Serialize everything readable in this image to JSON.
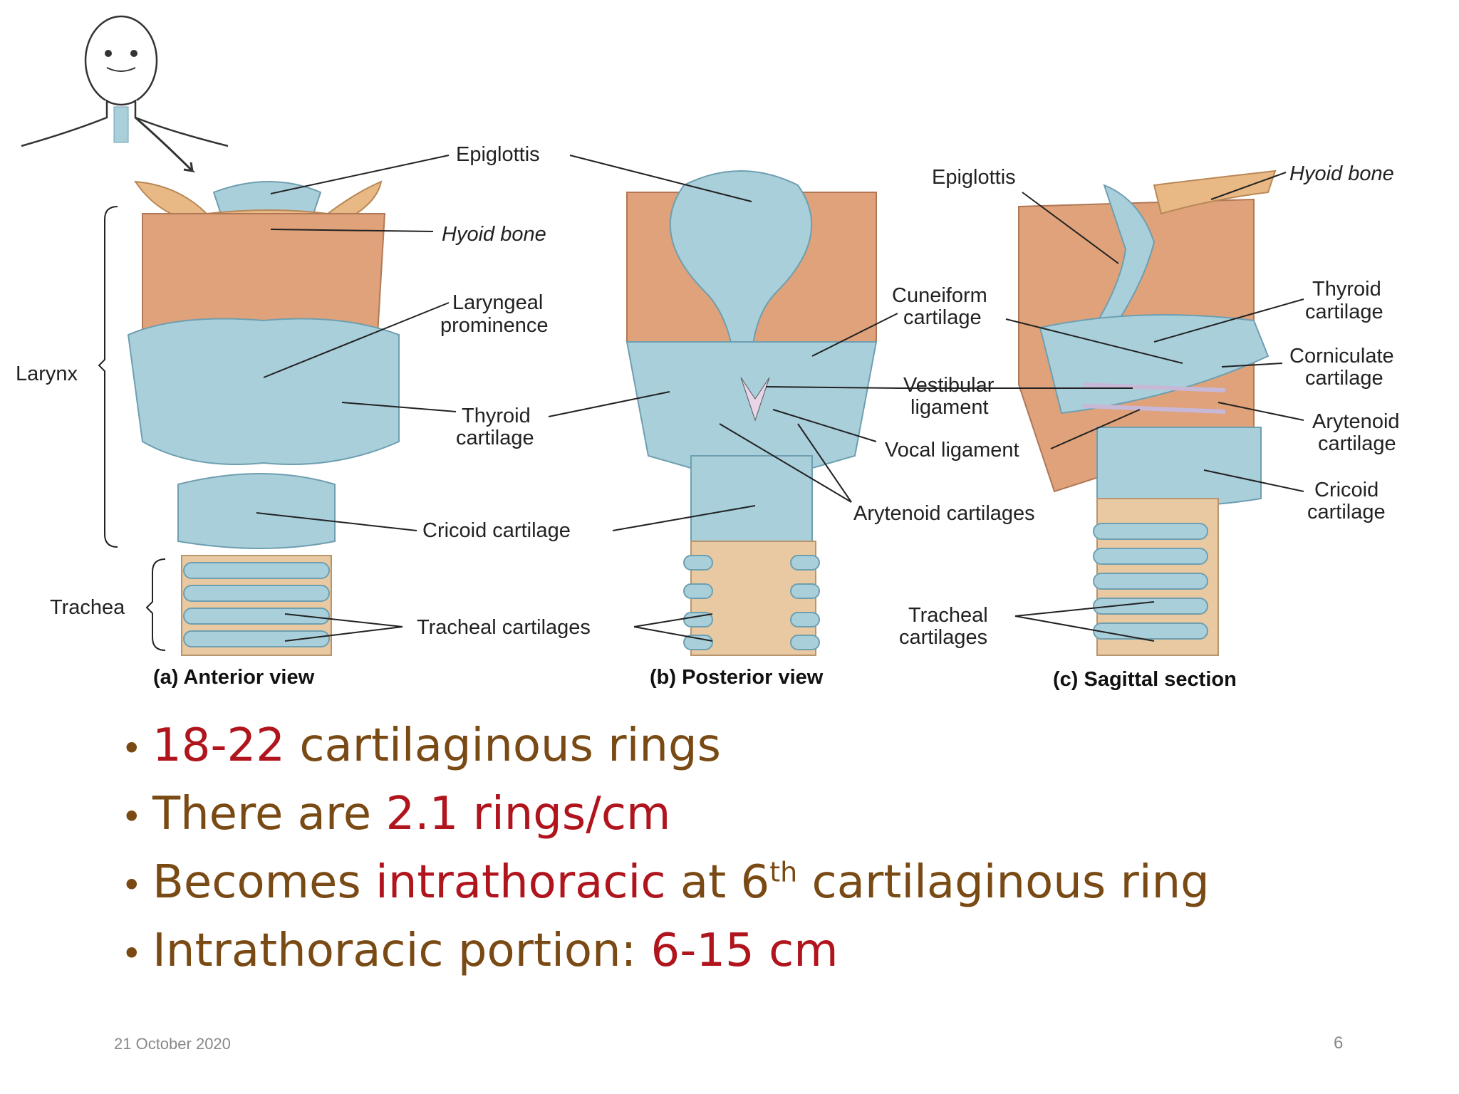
{
  "figure": {
    "labels": {
      "epiglottis": "Epiglottis",
      "hyoid_bone": "Hyoid bone",
      "laryngeal_prominence_1": "Laryngeal",
      "laryngeal_prominence_2": "prominence",
      "larynx": "Larynx",
      "thyroid_cartilage_1": "Thyroid",
      "thyroid_cartilage_2": "cartilage",
      "cricoid_cartilage": "Cricoid cartilage",
      "trachea": "Trachea",
      "tracheal_cartilages": "Tracheal cartilages",
      "cuneiform_1": "Cuneiform",
      "cuneiform_2": "cartilage",
      "vestibular_1": "Vestibular",
      "vestibular_2": "ligament",
      "vocal_ligament": "Vocal ligament",
      "arytenoid_cartilages": "Arytenoid cartilages",
      "epiglottis_c": "Epiglottis",
      "hyoid_bone_c": "Hyoid bone",
      "thyroid_c_1": "Thyroid",
      "thyroid_c_2": "cartilage",
      "corniculate_1": "Corniculate",
      "corniculate_2": "cartilage",
      "arytenoid_c_1": "Arytenoid",
      "arytenoid_c_2": "cartilage",
      "cricoid_c_1": "Cricoid",
      "cricoid_c_2": "cartilage",
      "tracheal_c_1": "Tracheal",
      "tracheal_c_2": "cartilages"
    },
    "captions": {
      "anterior": "(a) Anterior view",
      "posterior": "(b) Posterior view",
      "sagittal": "(c) Sagittal section"
    }
  },
  "bullets": [
    {
      "parts": [
        {
          "text": "18-22",
          "red": true
        },
        {
          "text": " cartilaginous rings",
          "red": false
        }
      ]
    },
    {
      "parts": [
        {
          "text": "There are ",
          "red": false
        },
        {
          "text": "2.1 rings/cm",
          "red": true
        }
      ]
    },
    {
      "parts": [
        {
          "text": "Becomes ",
          "red": false
        },
        {
          "text": "intrathoracic",
          "red": true
        },
        {
          "text": " at 6",
          "red": false
        },
        {
          "text": "th",
          "red": false,
          "sup": true
        },
        {
          "text": " cartilaginous ring",
          "red": false
        }
      ]
    },
    {
      "parts": [
        {
          "text": "Intrathoracic portion: ",
          "red": false
        },
        {
          "text": "6-15 cm",
          "red": true
        }
      ]
    }
  ],
  "footer": {
    "date": "21 October 2020",
    "page": "6"
  },
  "colors": {
    "text_brown": "#7a4a14",
    "highlight_red": "#b0141c",
    "cartilage_blue": "#a9cfdb",
    "bone_tan": "#e9b985"
  }
}
